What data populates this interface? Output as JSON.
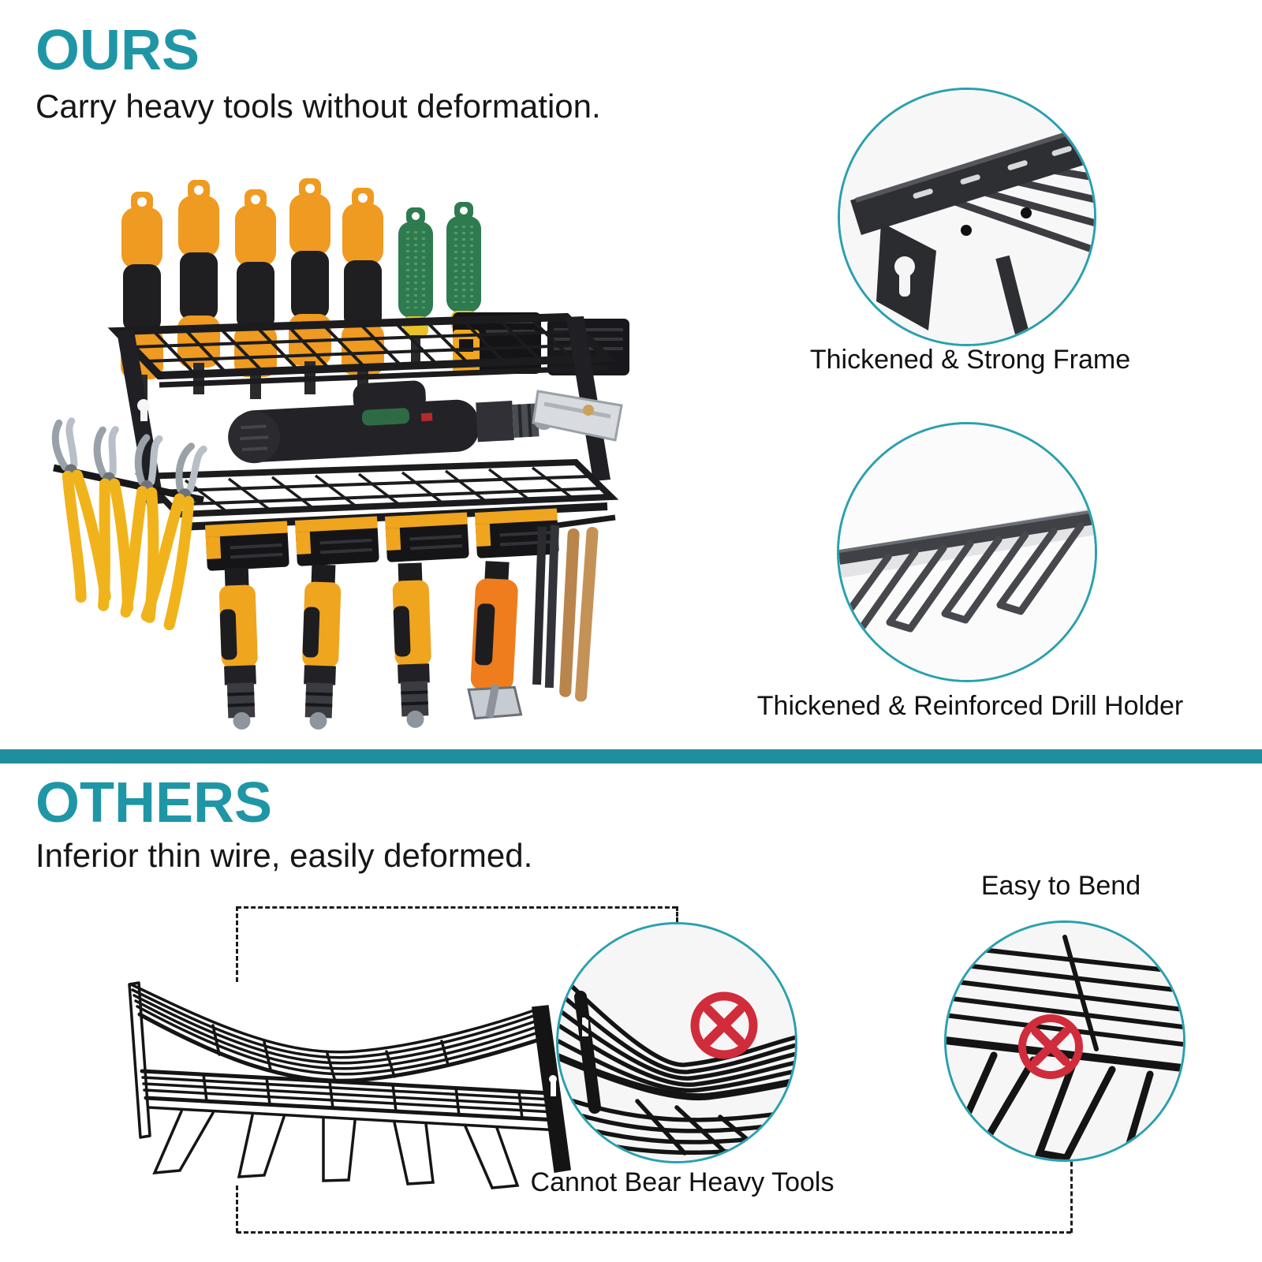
{
  "colors": {
    "accent_teal": "#1F96A6",
    "circle_border_teal": "#2AA0AF",
    "alert_red": "#D02C3C",
    "text_black": "#151515"
  },
  "icons": {
    "prohibited": "no-cross-icon"
  },
  "ours": {
    "heading": "OURS",
    "subtitle": "Carry heavy tools without deformation.",
    "callouts": [
      {
        "label": "Thickened & Strong Frame"
      },
      {
        "label": "Thickened & Reinforced Drill Holder"
      }
    ]
  },
  "others": {
    "heading": "OTHERS",
    "subtitle": "Inferior thin wire, easily deformed.",
    "callouts": [
      {
        "label": "Easy to Bend"
      },
      {
        "label": "Cannot Bear Heavy Tools"
      }
    ]
  }
}
